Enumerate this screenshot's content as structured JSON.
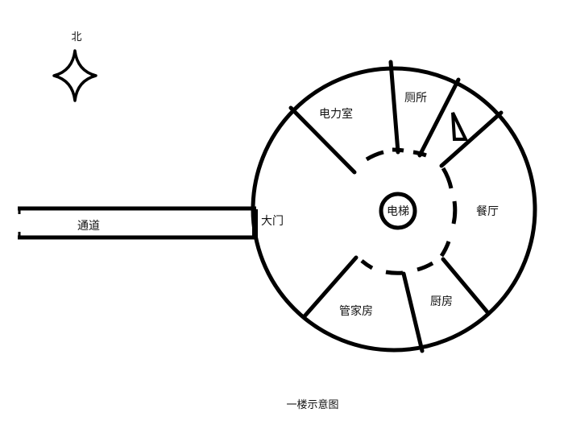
{
  "compass": {
    "north_label": "北"
  },
  "corridor": {
    "label": "通道"
  },
  "rooms": {
    "main_door": "大门",
    "power_room": "电力室",
    "toilet": "厕所",
    "dining_hall": "餐厅",
    "kitchen": "厨房",
    "butler_room": "管家房",
    "elevator": "电梯"
  },
  "caption": "一楼示意图",
  "colors": {
    "ink": "#000000",
    "background": "#ffffff"
  }
}
